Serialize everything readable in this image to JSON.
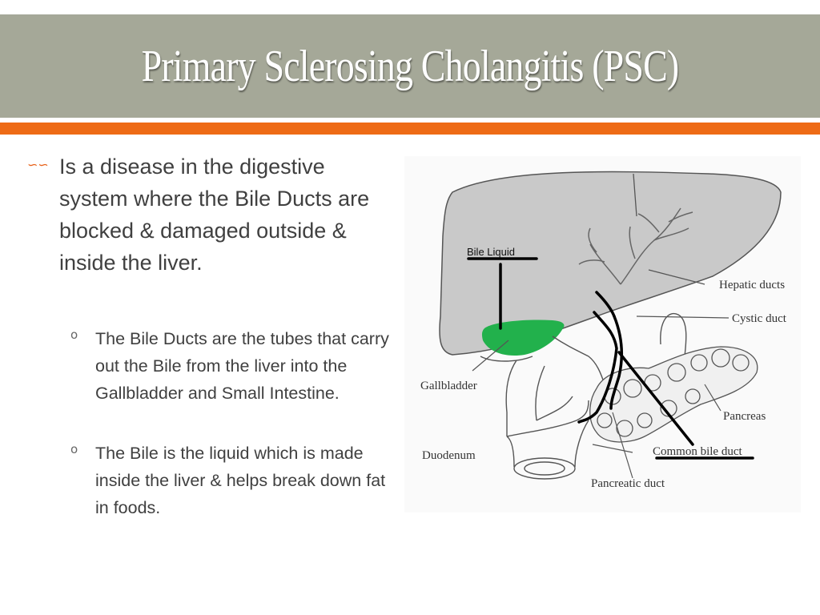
{
  "slide": {
    "title": "Primary Sclerosing Cholangitis (PSC)",
    "main_bullet": {
      "icon": "swirl-bullet-icon",
      "text": "Is a disease in the digestive system where the Bile Ducts are blocked & damaged outside & inside the liver."
    },
    "sub_bullets": [
      {
        "marker": "o",
        "text": "The Bile Ducts are the tubes that carry out the Bile from the liver into the Gallbladder and Small Intestine."
      },
      {
        "marker": "o",
        "text": "The Bile is the liquid which is made inside the liver & helps break down fat in foods."
      }
    ]
  },
  "diagram": {
    "labels": {
      "bile_liquid": "Bile Liquid",
      "hepatic_ducts": "Hepatic ducts",
      "cystic_duct": "Cystic duct",
      "gallbladder": "Gallbladder",
      "pancreas": "Pancreas",
      "common_bile_duct": "Common bile duct",
      "duodenum": "Duodenum",
      "pancreatic_duct": "Pancreatic duct"
    }
  },
  "colors": {
    "title_band": "#a5a898",
    "accent_bar": "#ee6b16",
    "bullet": "#e8621a",
    "liver": "#c9c9c9",
    "bile_green": "#22b14c"
  }
}
